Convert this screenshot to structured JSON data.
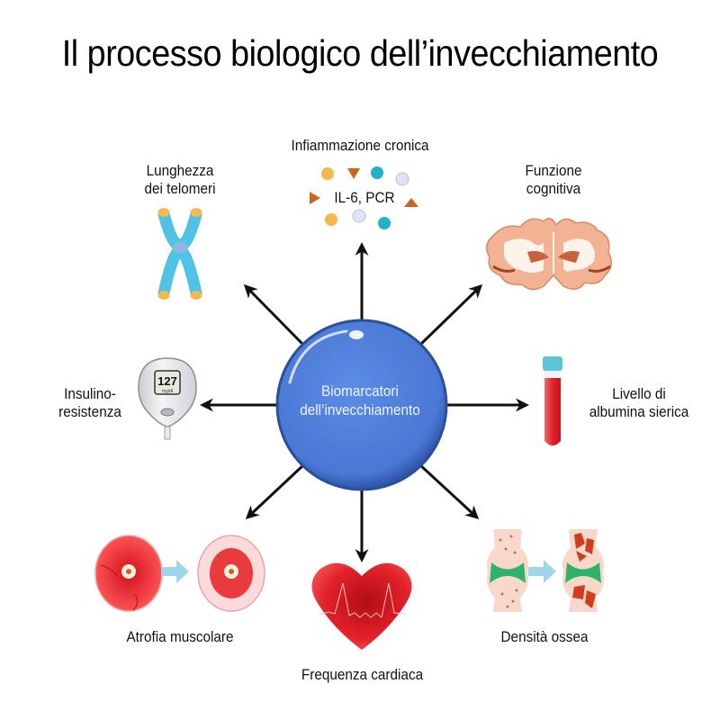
{
  "title": "Il processo biologico dell’invecchiamento",
  "center": {
    "line1": "Biomarcatori",
    "line2": "dell’invecchiamento",
    "color": "#4f7fd9"
  },
  "biomarkers": [
    {
      "id": "telomeres",
      "line1": "Lunghezza",
      "line2": "dei telomeri",
      "icon": "chromosome-icon"
    },
    {
      "id": "inflammation",
      "line1": "Infiammazione cronica",
      "sublabel": "IL-6, PCR",
      "icon": "cytokine-molecules-icon"
    },
    {
      "id": "cognitive",
      "line1": "Funzione",
      "line2": "cognitiva",
      "icon": "brain-section-icon"
    },
    {
      "id": "insulin",
      "line1": "Insulino-",
      "line2": "resistenza",
      "icon": "glucose-meter-icon",
      "meter_value": "127",
      "meter_unit": "mg/dl"
    },
    {
      "id": "albumin",
      "line1": "Livello di",
      "line2": "albumina sierica",
      "icon": "blood-test-tube-icon"
    },
    {
      "id": "muscle",
      "line1": "Atrofia muscolare",
      "icon": "muscle-atrophy-icon"
    },
    {
      "id": "heart",
      "line1": "Frequenza cardiaca",
      "icon": "heart-ecg-icon"
    },
    {
      "id": "bone",
      "line1": "Densità ossea",
      "icon": "bone-density-icon"
    }
  ],
  "colors": {
    "arrow": "#111111",
    "chromosome": "#4ec3e6",
    "telomere": "#f6b84a",
    "blood": "#e0222b",
    "tube_cap": "#5cc6d8",
    "brain": "#f2b394",
    "cartilage": "#2fb36a",
    "transition_arrow": "#9fd6ea"
  }
}
